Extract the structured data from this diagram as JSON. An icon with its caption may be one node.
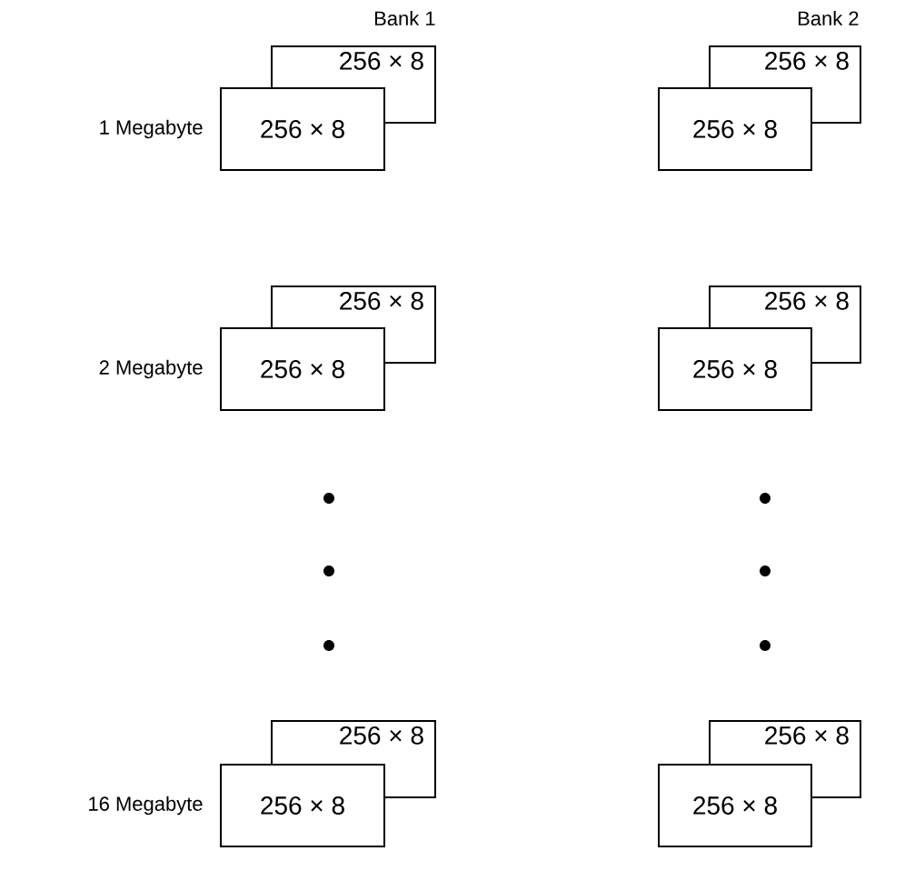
{
  "diagram": {
    "nodes": [
      {
        "text": [
          "256 × 8"
        ]
      },
      {
        "text": [
          "256 × 8"
        ]
      },
      {
        "text": [
          "256 × 8"
        ]
      },
      {
        "text": [
          "256 × 8"
        ]
      },
      {
        "text": [
          "256 × 8"
        ]
      },
      {
        "text": [
          "256 × 8"
        ]
      },
      {
        "text": [
          "256 × 8"
        ]
      },
      {
        "text": [
          "256 × 8"
        ]
      },
      {
        "text": [
          "256 × 8"
        ]
      },
      {
        "text": [
          "256 × 8"
        ]
      },
      {
        "text": [
          "256 × 8"
        ]
      },
      {
        "text": [
          "256 × 8"
        ]
      }
    ],
    "labels": [
      "Bank 1",
      "Bank 2",
      "1 Megabyte",
      "2 Megabyte",
      "16 Megabyte"
    ]
  }
}
